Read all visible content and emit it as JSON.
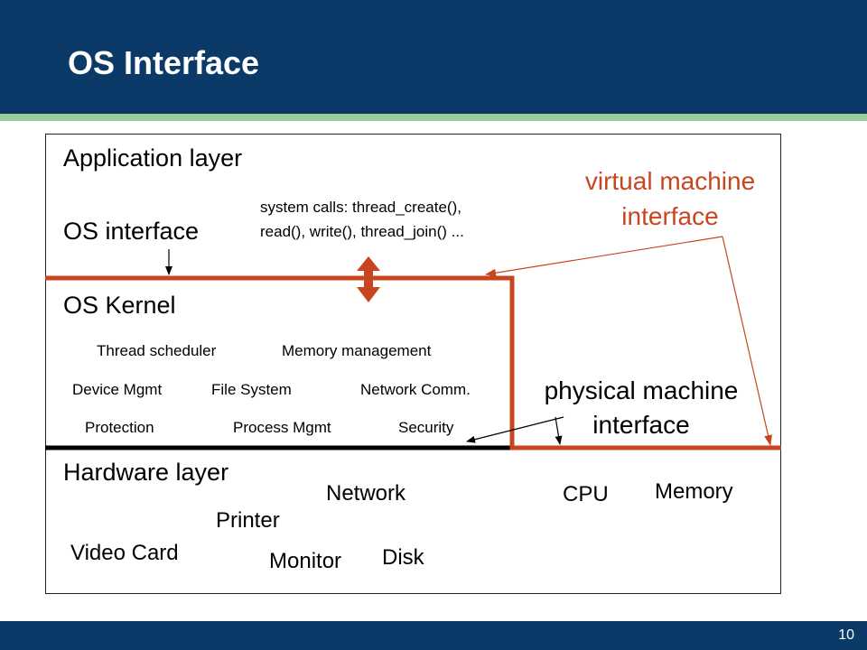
{
  "slide": {
    "title": "OS Interface",
    "page_number": "10"
  },
  "layers": {
    "application": "Application layer",
    "os_interface": "OS interface",
    "os_kernel": "OS Kernel",
    "hardware": "Hardware layer"
  },
  "system_calls": {
    "line1": "system calls:  thread_create(),",
    "line2": "read(), write(), thread_join() ..."
  },
  "kernel_components": {
    "thread_scheduler": "Thread scheduler",
    "memory_management": "Memory management",
    "device_mgmt": "Device Mgmt",
    "file_system": "File System",
    "network_comm": "Network Comm.",
    "protection": "Protection",
    "process_mgmt": "Process Mgmt",
    "security": "Security"
  },
  "hardware_components": {
    "network": "Network",
    "printer": "Printer",
    "video_card": "Video Card",
    "monitor": "Monitor",
    "disk": "Disk",
    "cpu": "CPU",
    "memory": "Memory"
  },
  "labels": {
    "virtual_machine_line1": "virtual machine",
    "virtual_machine_line2": "interface",
    "physical_machine_line1": "physical machine",
    "physical_machine_line2": "interface"
  },
  "colors": {
    "header": "#0c3a68",
    "stripe": "#9ccc9e",
    "accent_red": "#c8461f"
  }
}
